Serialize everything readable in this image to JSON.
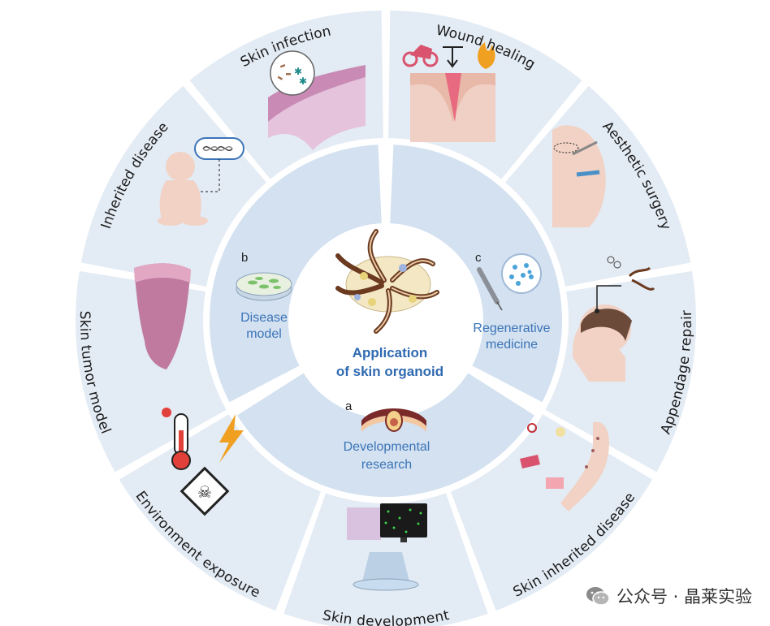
{
  "center": {
    "title_line1": "Application",
    "title_line2": "of skin organoid"
  },
  "middle_ring": [
    {
      "letter": "b",
      "line1": "Disease",
      "line2": "model"
    },
    {
      "letter": "c",
      "line1": "Regenerative",
      "line2": "medicine"
    },
    {
      "letter": "a",
      "line1": "Developmental",
      "line2": "research"
    }
  ],
  "outer_ring": [
    {
      "label": "Skin infection"
    },
    {
      "label": "Wound healing"
    },
    {
      "label": "Aesthetic surgery"
    },
    {
      "label": "Appendage repair"
    },
    {
      "label": "Skin inherited disease"
    },
    {
      "label": "Skin development"
    },
    {
      "label": "Environment exposure"
    },
    {
      "label": "Skin tumor model"
    },
    {
      "label": "Inherited disease"
    }
  ],
  "watermark": {
    "text": "公众号 · 晶莱实验",
    "icon": "wechat-icon"
  },
  "colors": {
    "outer_ring": "#e3ebf4",
    "middle_ring": "#d3e1f0",
    "accent_blue": "#3b74b8"
  }
}
